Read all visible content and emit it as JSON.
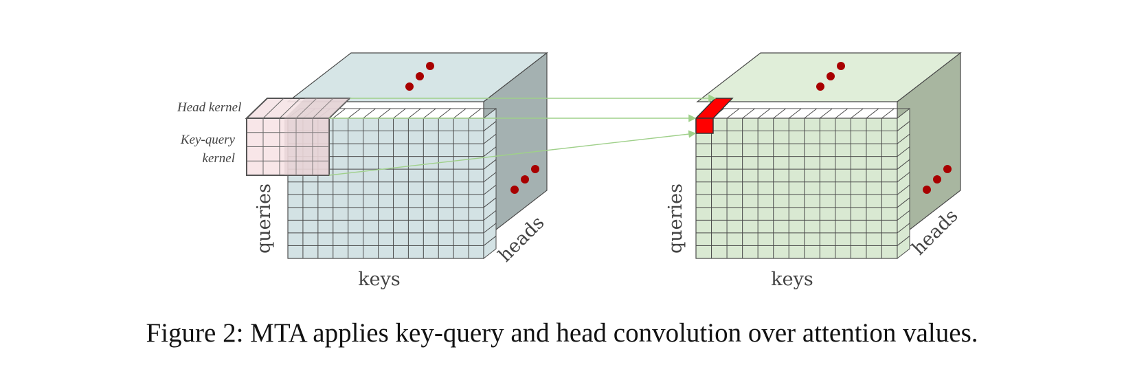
{
  "caption": "Figure 2: MTA applies key-query and head convolution over attention values.",
  "left_cube": {
    "axis_keys": "keys",
    "axis_queries": "queries",
    "axis_heads": "heads",
    "kernel_head_label": "Head kernel",
    "kernel_kq_label_line1": "Key-query",
    "kernel_kq_label_line2": "kernel"
  },
  "right_cube": {
    "axis_keys": "keys",
    "axis_queries": "queries",
    "axis_heads": "heads"
  },
  "colors": {
    "input_front": "#d3e2e4",
    "input_top": "#d6e5e6",
    "input_side": "#a4b1b1",
    "output_front": "#d9e9d2",
    "output_top": "#e0eed9",
    "output_side": "#a8b6a0",
    "kernel_fill": "#f7e3e5",
    "highlight": "#ff0000",
    "dots": "#a80000",
    "arrows": "#9fd08a",
    "grid_line": "#4a4a4a"
  },
  "icons": {
    "ellipsis": "three-dot-diagonal"
  }
}
